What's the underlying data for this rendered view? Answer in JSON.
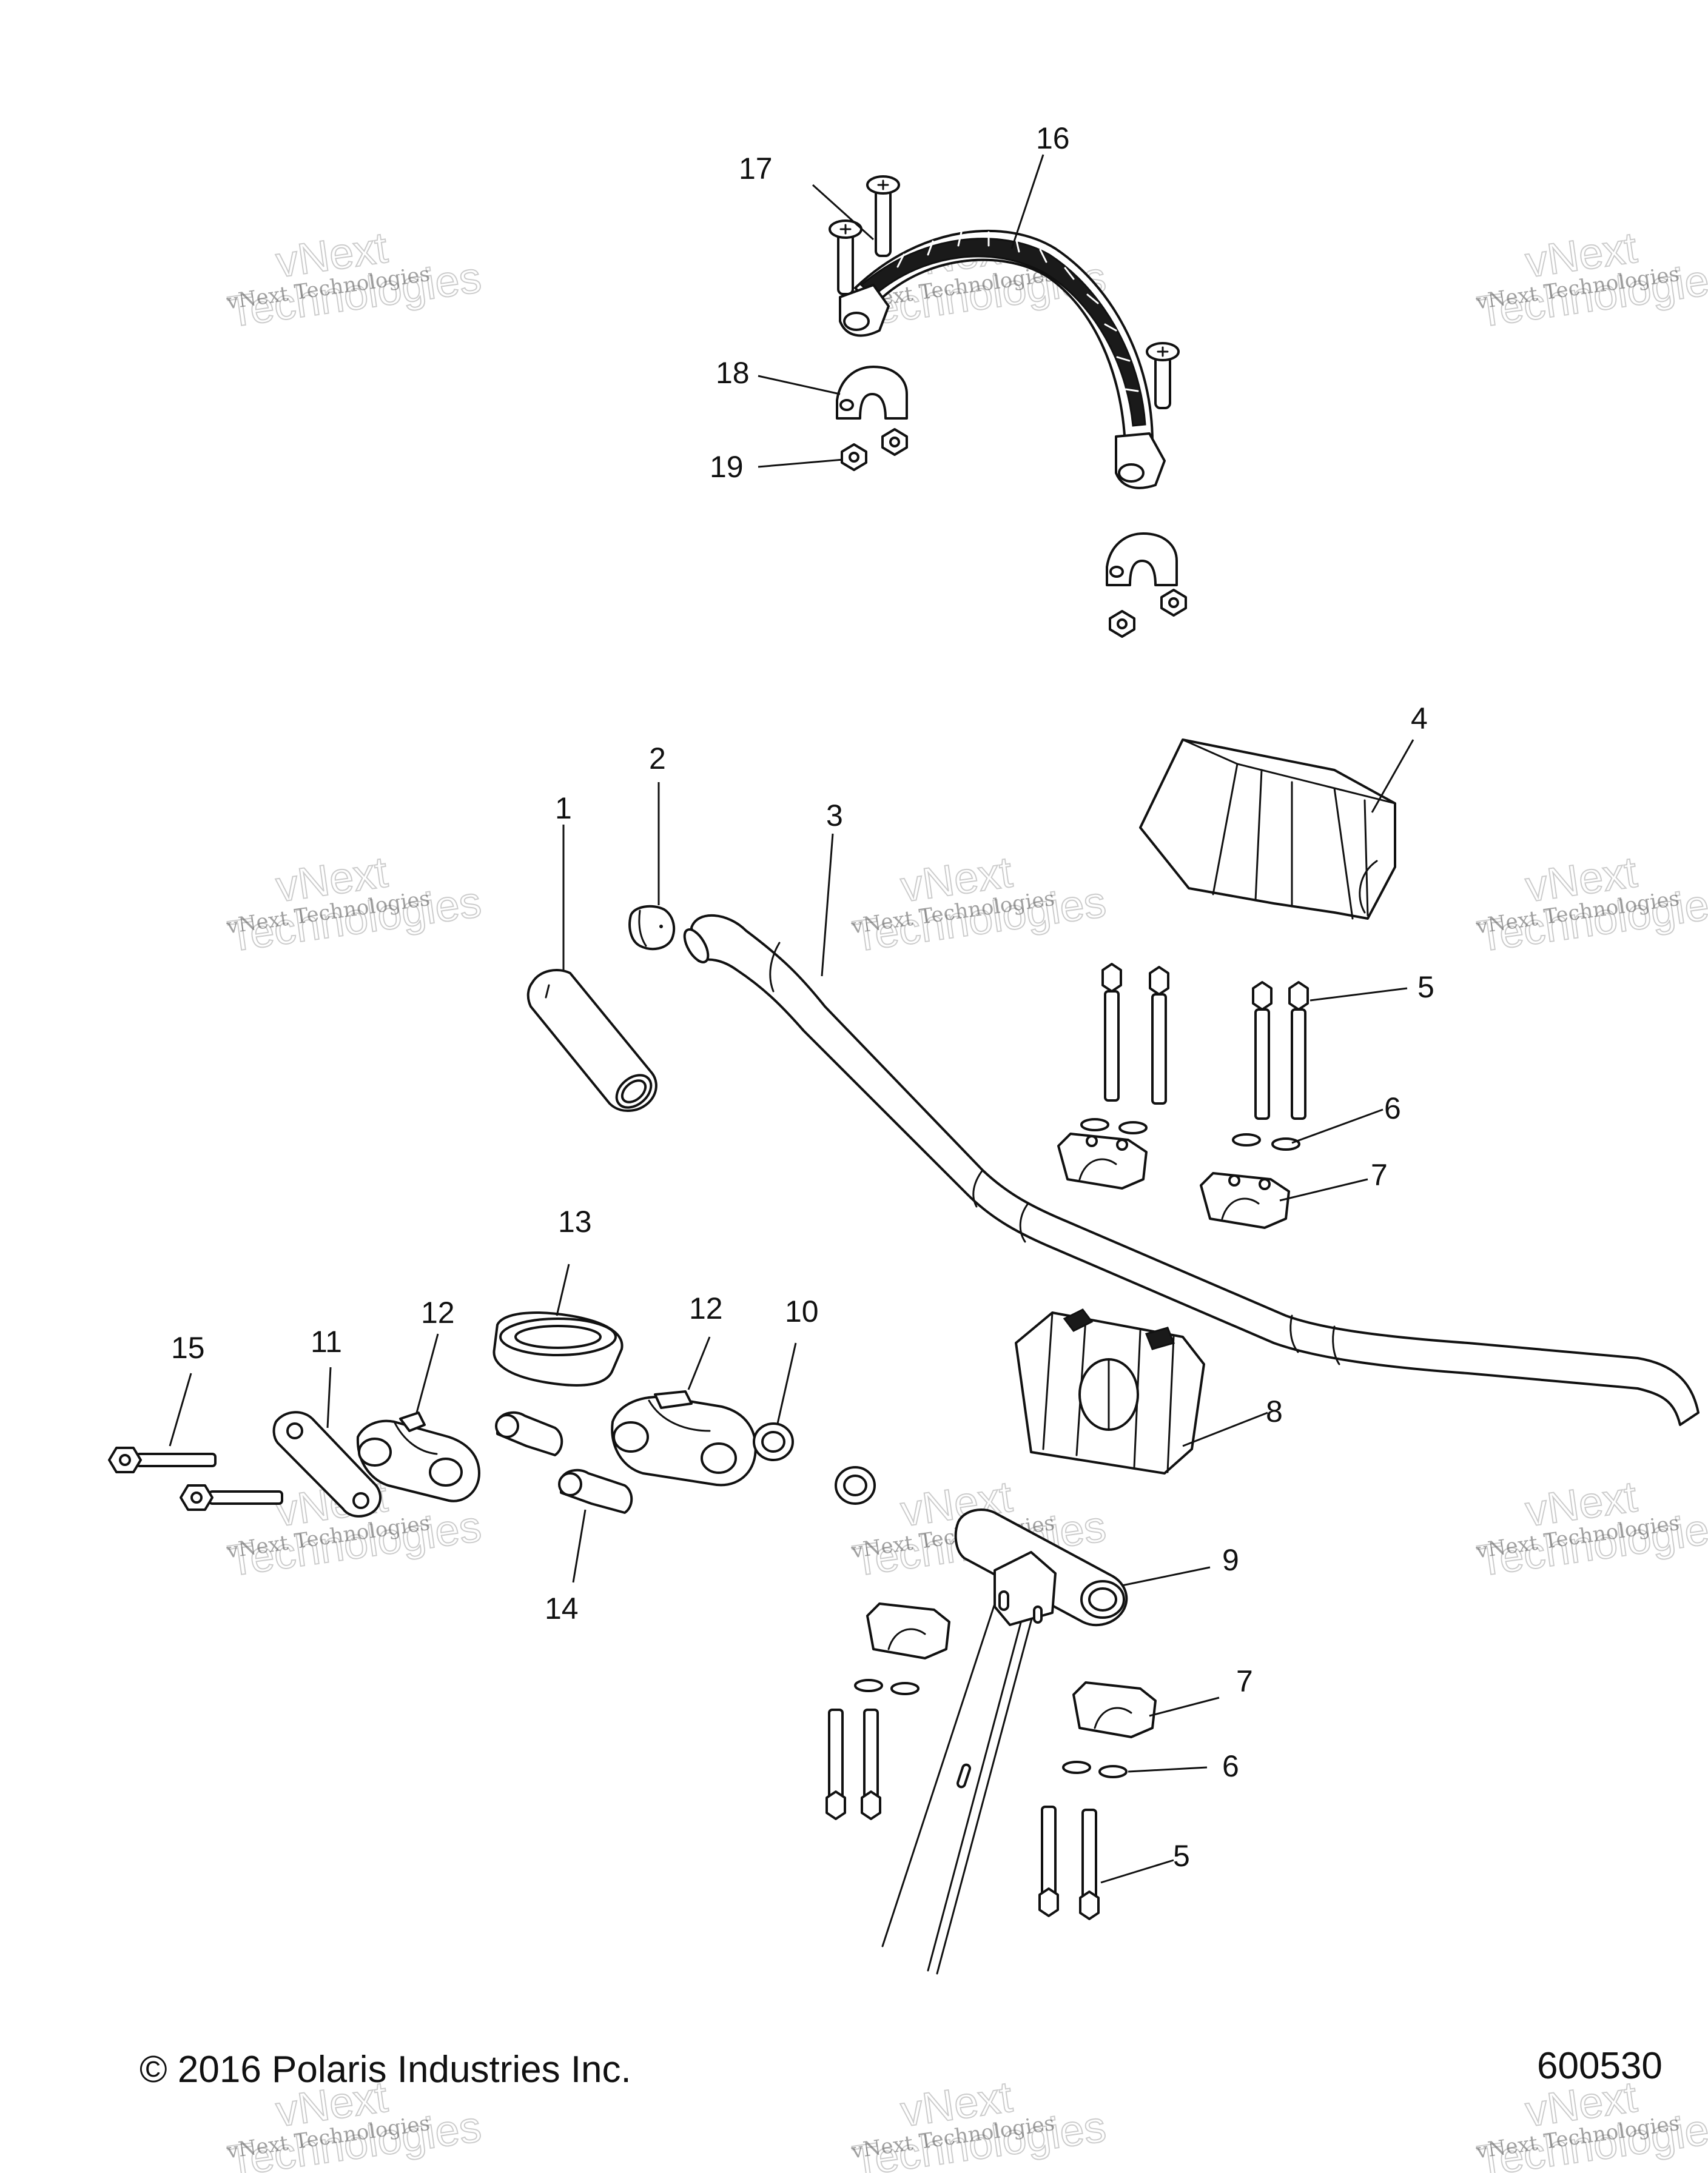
{
  "callouts": [
    "1",
    "2",
    "3",
    "4",
    "5",
    "6",
    "7",
    "8",
    "9",
    "10",
    "11",
    "12",
    "13",
    "14",
    "15",
    "16",
    "17",
    "18",
    "19"
  ],
  "watermark": {
    "line1": "vNext Technologies",
    "line2": "vNext",
    "line3": "Technologies"
  },
  "footer": {
    "copyright": "© 2016 Polaris Industries Inc.",
    "drawing_number": "600530"
  }
}
